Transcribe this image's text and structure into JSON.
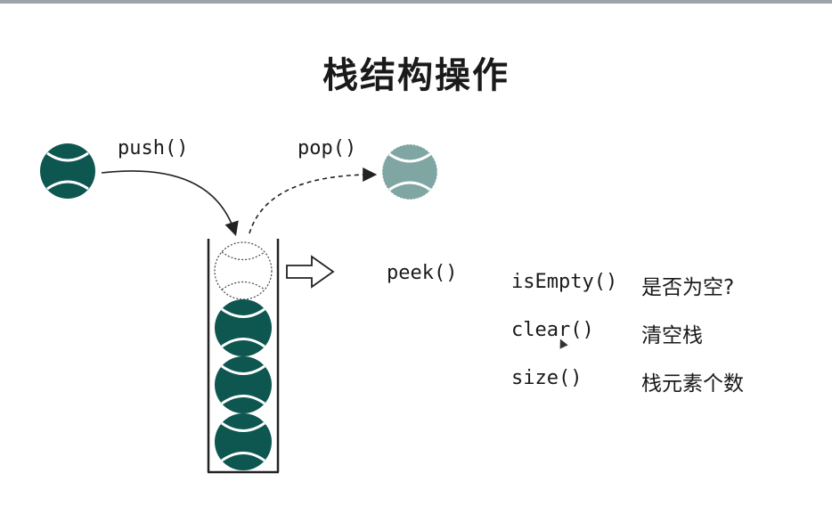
{
  "title": "栈结构操作",
  "operations": {
    "push": "push()",
    "pop": "pop()",
    "peek": "peek()"
  },
  "methods": [
    {
      "name": "isEmpty()",
      "desc": "是否为空?"
    },
    {
      "name": "clear()",
      "desc": "清空栈"
    },
    {
      "name": "size()",
      "desc": "栈元素个数"
    }
  ],
  "colors": {
    "ball": "#0e5650",
    "ball_popped": "#7fa6a3",
    "seam": "#ffffff",
    "line": "#222222"
  }
}
